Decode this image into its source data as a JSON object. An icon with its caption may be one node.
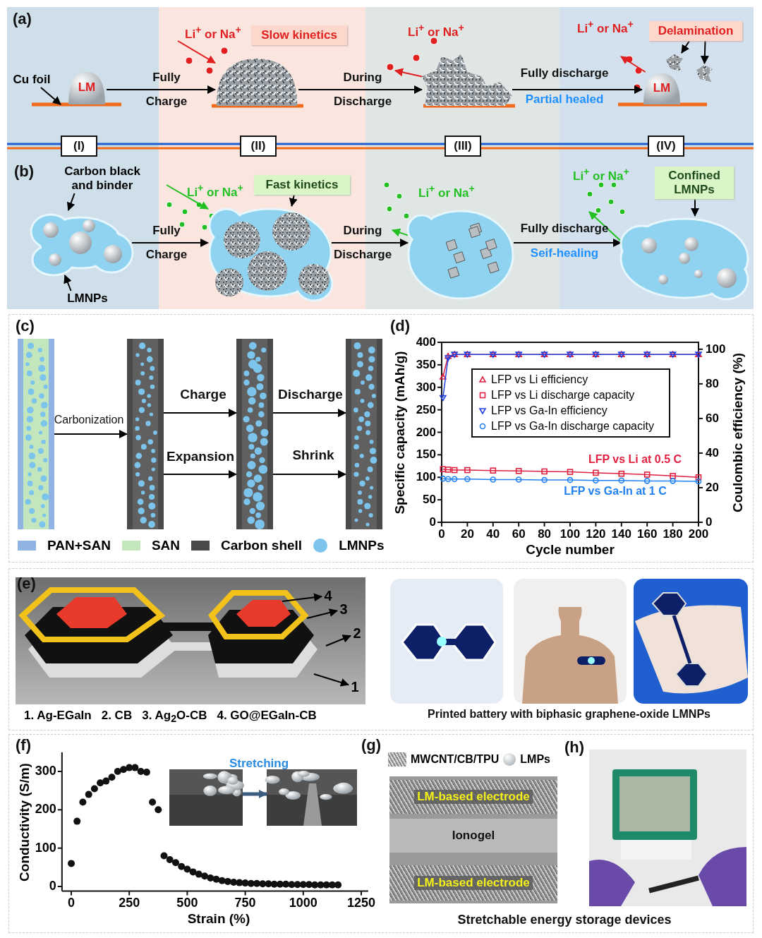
{
  "diagram": {
    "nodes": [
      {
        "text": [
          "Cu foil"
        ]
      },
      {
        "text": [
          "LM"
        ]
      },
      {
        "text": [],
        "shape": "picture"
      },
      {
        "text": [
          "Slow kinetics"
        ]
      },
      {
        "text": [],
        "shape": "picture"
      },
      {
        "text": [
          "LM"
        ]
      },
      {
        "text": [
          "Delamination"
        ]
      },
      {
        "text": [],
        "shape": "picture"
      },
      {
        "text": [],
        "shape": "picture"
      },
      {
        "text": [
          "(I)"
        ]
      },
      {
        "text": [
          "(II)"
        ]
      },
      {
        "text": [
          "(III)"
        ]
      },
      {
        "text": [
          "(IV)"
        ]
      },
      {
        "text": [
          "Carbon black and binder"
        ]
      },
      {
        "text": [],
        "shape": "picture"
      },
      {
        "text": [
          "LMNPs"
        ]
      },
      {
        "text": [],
        "shape": "picture"
      },
      {
        "text": [
          "Fast kinetics"
        ]
      },
      {
        "text": [],
        "shape": "picture"
      },
      {
        "text": [],
        "shape": "picture"
      },
      {
        "text": [
          "Confined LMNPs"
        ]
      },
      {
        "text": [],
        "shape": "bar"
      },
      {
        "text": [],
        "shape": "bar"
      },
      {
        "text": [],
        "shape": "bar"
      },
      {
        "text": [],
        "shape": "bar"
      },
      {
        "text": [
          "4"
        ]
      },
      {
        "text": [
          "3"
        ]
      },
      {
        "text": [
          "2"
        ]
      },
      {
        "text": [
          "1"
        ]
      },
      {
        "text": [],
        "shape": "picture"
      },
      {
        "text": [],
        "shape": "picture"
      },
      {
        "text": [
          "LM-based electrode"
        ]
      },
      {
        "text": [
          "Ionogel"
        ]
      },
      {
        "text": [
          "LM-based electrode"
        ]
      }
    ],
    "edges": [
      {
        "from": 0,
        "to": null,
        "arrow": "to"
      },
      {
        "from": 1,
        "to": 2,
        "arrow": "to",
        "label": "Fully Charge"
      },
      {
        "from": 2,
        "to": 4,
        "arrow": "to",
        "label": "During Discharge"
      },
      {
        "from": 4,
        "to": 5,
        "arrow": "to",
        "label": "Fully discharge"
      },
      {
        "from": null,
        "to": 2,
        "arrow": "to",
        "color": "#e02020"
      },
      {
        "from": 4,
        "to": null,
        "arrow": "to",
        "color": "#e02020"
      },
      {
        "from": 5,
        "to": null,
        "arrow": "to",
        "color": "#e02020"
      },
      {
        "from": 6,
        "to": 7,
        "arrow": "to"
      },
      {
        "from": 6,
        "to": 8,
        "arrow": "to"
      },
      {
        "from": null,
        "to": 9,
        "arrow": "none",
        "color": "#1f5fd0"
      },
      {
        "from": 9,
        "to": 10,
        "arrow": "none",
        "color": "#1f5fd0"
      },
      {
        "from": 10,
        "to": 11,
        "arrow": "none",
        "color": "#1f5fd0"
      },
      {
        "from": 11,
        "to": 12,
        "arrow": "none",
        "color": "#1f5fd0"
      },
      {
        "from": 12,
        "to": null,
        "arrow": "none",
        "color": "#1f5fd0"
      },
      {
        "from": 13,
        "to": 14,
        "arrow": "to"
      },
      {
        "from": 15,
        "to": 14,
        "arrow": "to"
      },
      {
        "from": 14,
        "to": 16,
        "arrow": "to",
        "label": "Fully Charge"
      },
      {
        "from": 16,
        "to": 18,
        "arrow": "to",
        "label": "During Discharge"
      },
      {
        "from": 18,
        "to": 19,
        "arrow": "to",
        "label": "Fully discharge"
      },
      {
        "from": null,
        "to": 16,
        "arrow": "to",
        "color": "#22c022"
      },
      {
        "from": 18,
        "to": null,
        "arrow": "to",
        "color": "#22c022"
      },
      {
        "from": 19,
        "to": null,
        "arrow": "to",
        "color": "#22c022"
      },
      {
        "from": 17,
        "to": 16,
        "arrow": "to"
      },
      {
        "from": 20,
        "to": 19,
        "arrow": "to"
      },
      {
        "from": 21,
        "to": 22,
        "arrow": "to",
        "label": "Carbonization"
      },
      {
        "from": 22,
        "to": 23,
        "arrow": "to",
        "label": "Charge"
      },
      {
        "from": 22,
        "to": 23,
        "arrow": "to",
        "label": "Expansion"
      },
      {
        "from": 23,
        "to": 24,
        "arrow": "to",
        "label": "Discharge"
      },
      {
        "from": 23,
        "to": 24,
        "arrow": "to",
        "label": "Shrink"
      },
      {
        "from": null,
        "to": 25,
        "arrow": "to"
      },
      {
        "from": null,
        "to": 26,
        "arrow": "to"
      },
      {
        "from": null,
        "to": 27,
        "arrow": "to"
      },
      {
        "from": null,
        "to": 28,
        "arrow": "to"
      },
      {
        "from": 29,
        "to": 30,
        "arrow": "to",
        "label": "Stretching",
        "style": "thick",
        "color": "#3c5c80"
      }
    ],
    "labels": [
      "(a)",
      "Li$^{+}$ or Na$^{+}$",
      "Li$^{+}$ or Na$^{+}$",
      "Li$^{+}$ or Na$^{+}$",
      "Partial healed",
      "(b)",
      "Li$^{+}$ or Na$^{+}$",
      "Li$^{+}$ or Na$^{+}$",
      "Li$^{+}$ or Na$^{+}$",
      "Seif-healing",
      "(c)",
      "(d)",
      "(e)",
      "1. Ag-EGaIn",
      "2. CB",
      "3. Ag$_{2}$O-CB",
      "4. GO@EGaIn-CB",
      "Printed battery with biphasic graphene-oxide LMNPs",
      "(f)",
      "(g)",
      "(h)",
      "Stretchable energy storage devices"
    ],
    "legend": [
      {
        "text": "PAN+SAN",
        "color": "#8fb4e4"
      },
      {
        "text": "SAN",
        "color": "#c4e6bc"
      },
      {
        "text": "Carbon shell",
        "color": "#4a4a4a"
      },
      {
        "text": "LMNPs",
        "color": "#7cc4ec"
      },
      {
        "text": "MWCNT/CB/TPU"
      },
      {
        "text": "LMPs"
      }
    ],
    "chart_data": [
      {
        "type": "line",
        "xlabel": "Cycle number",
        "ylabel": "Specific capacity (mAh/g)",
        "y2label": "Coulombic efficiency (%)",
        "x": [
          1,
          5,
          10,
          20,
          40,
          60,
          80,
          100,
          120,
          140,
          160,
          180,
          200
        ],
        "series": [
          {
            "name": "LFP vs Li efficiency",
            "color": "#e02040",
            "marker": "triangle",
            "axis": "y2",
            "values": [
              84,
              96,
              97,
              97,
              97,
              97,
              97,
              97,
              97,
              97,
              97,
              97,
              97
            ]
          },
          {
            "name": "LFP vs Li discharge capacity",
            "color": "#e02040",
            "marker": "square",
            "values": [
              118,
              117,
              116,
              116,
              115,
              114,
              113,
              112,
              110,
              108,
              106,
              103,
              100
            ]
          },
          {
            "name": "LFP vs Ga-In efficiency",
            "color": "#2040e0",
            "marker": "triangle-down",
            "axis": "y2",
            "values": [
              72,
              95,
              97,
              97,
              97,
              97,
              97,
              97,
              97,
              97,
              97,
              97,
              97
            ]
          },
          {
            "name": "LFP vs Ga-In discharge capacity",
            "color": "#2080f0",
            "marker": "circle",
            "values": [
              97,
              96,
              96,
              96,
              95,
              95,
              94,
              94,
              93,
              93,
              92,
              92,
              91
            ]
          }
        ],
        "xlim": [
          0,
          200
        ],
        "ylim": [
          0,
          400
        ],
        "y2lim": [
          0,
          104
        ],
        "xticks": [
          0,
          20,
          40,
          60,
          80,
          100,
          120,
          140,
          160,
          180,
          200
        ],
        "yticks": [
          0,
          50,
          100,
          150,
          200,
          250,
          300,
          350,
          400
        ],
        "y2ticks": [
          0,
          20,
          40,
          60,
          80,
          100
        ],
        "legend": "upper center",
        "annotations": [
          "LFP vs Li at 0.5 C",
          "LFP vs Ga-In at 1 C"
        ]
      },
      {
        "type": "scatter",
        "xlabel": "Strain (%)",
        "ylabel": "Conductivity (S/m)",
        "x": [
          0,
          25,
          50,
          75,
          100,
          125,
          150,
          175,
          200,
          225,
          250,
          275,
          300,
          325,
          350,
          375,
          400,
          425,
          450,
          475,
          500,
          525,
          550,
          575,
          600,
          625,
          650,
          675,
          700,
          725,
          750,
          775,
          800,
          825,
          850,
          875,
          900,
          925,
          950,
          975,
          1000,
          1025,
          1050,
          1075,
          1100,
          1125,
          1150
        ],
        "values": [
          60,
          170,
          220,
          240,
          255,
          270,
          275,
          285,
          300,
          305,
          310,
          310,
          300,
          298,
          220,
          200,
          80,
          70,
          62,
          52,
          45,
          38,
          32,
          27,
          22,
          19,
          15,
          13,
          11,
          10,
          9,
          8,
          8,
          7,
          7,
          6,
          6,
          6,
          5,
          5,
          5,
          5,
          4,
          4,
          4,
          4,
          4
        ],
        "xlim": [
          -40,
          1280
        ],
        "ylim": [
          -12,
          350
        ],
        "xticks": [
          0,
          250,
          500,
          750,
          1000,
          1250
        ],
        "yticks": [
          0,
          100,
          200,
          300
        ]
      }
    ]
  }
}
